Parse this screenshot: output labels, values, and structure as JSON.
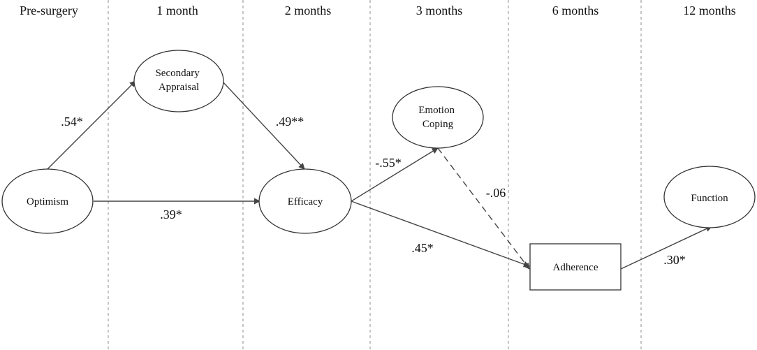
{
  "phases": [
    "Pre-surgery",
    "1 month",
    "2 months",
    "3 months",
    "6 months",
    "12 months"
  ],
  "nodes": {
    "optimism": {
      "label_lines": [
        "Optimism"
      ],
      "shape": "ellipse"
    },
    "secondary_appraisal": {
      "label_lines": [
        "Secondary",
        "Appraisal"
      ],
      "shape": "ellipse"
    },
    "efficacy": {
      "label_lines": [
        "Efficacy"
      ],
      "shape": "ellipse"
    },
    "emotion_coping": {
      "label_lines": [
        "Emotion",
        "Coping"
      ],
      "shape": "ellipse"
    },
    "adherence": {
      "label_lines": [
        "Adherence"
      ],
      "shape": "rectangle"
    },
    "function": {
      "label_lines": [
        "Function"
      ],
      "shape": "ellipse"
    }
  },
  "paths": [
    {
      "from": "Optimism",
      "to": "Secondary Appraisal",
      "coefficient": ".54*",
      "style": "solid"
    },
    {
      "from": "Secondary Appraisal",
      "to": "Efficacy",
      "coefficient": ".49**",
      "style": "solid"
    },
    {
      "from": "Optimism",
      "to": "Efficacy",
      "coefficient": ".39*",
      "style": "solid"
    },
    {
      "from": "Efficacy",
      "to": "Emotion Coping",
      "coefficient": "-.55*",
      "style": "solid"
    },
    {
      "from": "Emotion Coping",
      "to": "Adherence",
      "coefficient": "-.06",
      "style": "dashed"
    },
    {
      "from": "Efficacy",
      "to": "Adherence",
      "coefficient": ".45*",
      "style": "solid"
    },
    {
      "from": "Adherence",
      "to": "Function",
      "coefficient": ".30*",
      "style": "solid"
    }
  ],
  "colors": {
    "line": "#444444",
    "divider": "#a8a8a8",
    "text": "#111111"
  }
}
